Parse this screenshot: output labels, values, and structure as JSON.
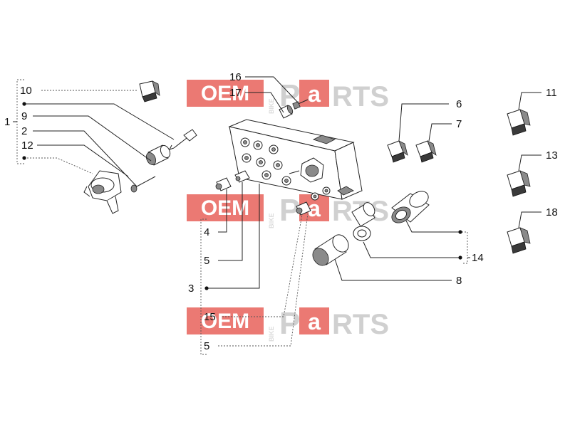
{
  "labels": {
    "l1": "1",
    "l2": "2",
    "l3": "3",
    "l4": "4",
    "l5a": "5",
    "l5b": "5",
    "l6": "6",
    "l7": "7",
    "l8": "8",
    "l9": "9",
    "l10": "10",
    "l11": "11",
    "l12": "12",
    "l13": "13",
    "l14": "14",
    "l15": "15",
    "l16": "16",
    "l17": "17",
    "l18": "18"
  },
  "watermark": {
    "oem": "OEM",
    "bike": "BIKE",
    "p": "P",
    "a": "a",
    "rts": "RTS"
  },
  "colors": {
    "watermark_red": "#e5534b",
    "watermark_gray": "#c8c8c8",
    "line": "#222222"
  }
}
